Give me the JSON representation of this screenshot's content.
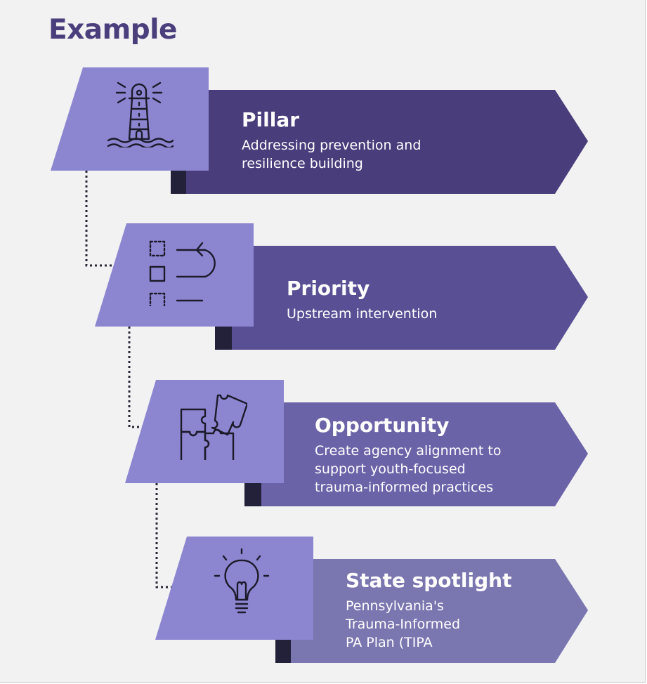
{
  "title": "Example",
  "steps": [
    {
      "heading": "Pillar",
      "description": "Addressing prevention and\nresilience building",
      "icon": "lighthouse-icon",
      "arrow_color": "#493d7b"
    },
    {
      "heading": "Priority",
      "description": "Upstream intervention",
      "icon": "checklist-icon",
      "arrow_color": "#594f95"
    },
    {
      "heading": "Opportunity",
      "description": "Create agency alignment to\nsupport youth-focused\ntrauma-informed practices",
      "icon": "puzzle-icon",
      "arrow_color": "#6b63a8"
    },
    {
      "heading": "State spotlight",
      "description": "Pennsylvania's\nTrauma-Informed\nPA Plan (TIPA",
      "icon": "lightbulb-icon",
      "arrow_color": "#7a76b0"
    }
  ],
  "colors": {
    "title": "#4a3f7c",
    "icon_panel": "#8c85d0",
    "shadow": "#23213a",
    "background": "#f2f2f3"
  }
}
